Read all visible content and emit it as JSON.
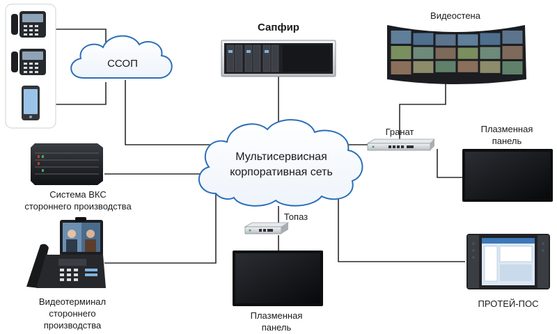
{
  "labels": {
    "pstn": "ССОП",
    "sapphire": "Сапфир",
    "videowall": "Видеостена",
    "network_line1": "Мультисервисная",
    "network_line2": "корпоративная сеть",
    "granat": "Гранат",
    "plasma_right_line1": "Плазменная",
    "plasma_right_line2": "панель",
    "vks_line1": "Система ВКС",
    "vks_line2": "стороннего производства",
    "topaz": "Топаз",
    "videoterminal_line1": "Видеотерминал",
    "videoterminal_line2": "стороннего",
    "videoterminal_line3": "производства",
    "plasma_bottom_line1": "Плазменная",
    "plasma_bottom_line2": "панель",
    "protei": "ПРОТЕЙ-ПОС"
  },
  "icons": {
    "phone_1": "ip-desk-phone-icon",
    "phone_2": "ip-desk-phone-icon",
    "mobile": "smartphone-icon",
    "sapphire_device": "rack-chassis-icon",
    "videowall_device": "video-wall-icon",
    "granat_device": "network-gateway-icon",
    "topaz_device": "network-gateway-icon",
    "plasma_device": "flat-panel-display-icon",
    "vks_device": "video-conference-server-icon",
    "videoterminal_device": "video-phone-icon",
    "protei_device": "console-terminal-icon"
  },
  "colors": {
    "line": "#2b2b2b",
    "cloud_fill": "#ffffff",
    "cloud_stroke": "#2a6fb8",
    "screen": "#15171b",
    "device_gray": "#c9ccd1"
  }
}
